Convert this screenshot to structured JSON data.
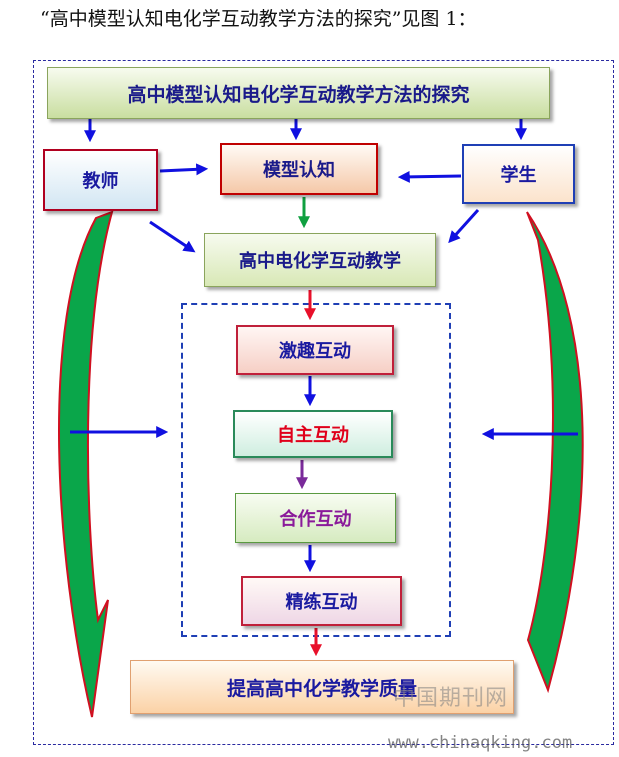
{
  "caption": "“高中模型认知电化学互动教学方法的探究”见图 1：",
  "diagram": {
    "title": "高中模型认知电化学互动教学方法的探究",
    "teacher": "教师",
    "model_cognition": "模型认知",
    "student": "学生",
    "chem_interactive": "高中电化学互动教学",
    "steps": [
      "激趣互动",
      "自主互动",
      "合作互动",
      "精练互动"
    ],
    "quality": "提高高中化学教学质量"
  },
  "watermark": {
    "cn": "中国期刊网",
    "url": "www.chinaqking.com"
  },
  "colors": {
    "arrow_blue": "#1010e0",
    "arrow_green": "#10a040",
    "arrow_red": "#e8102a",
    "arrow_purple": "#7a2a9a",
    "curve_green": "#0aa64a",
    "curve_edge": "#d01020"
  }
}
